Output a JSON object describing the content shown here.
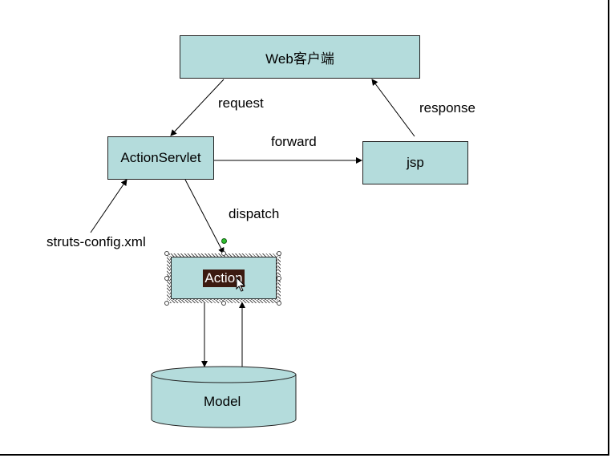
{
  "nodes": {
    "web_client": "Web客户端",
    "action_servlet": "ActionServlet",
    "jsp": "jsp",
    "action": "Action",
    "model": "Model"
  },
  "edge_labels": {
    "request": "request",
    "response": "response",
    "forward": "forward",
    "dispatch": "dispatch",
    "struts_config": "struts-config.xml"
  },
  "colors": {
    "box_fill": "#b4dcdc",
    "selected_text_bg": "#3b1a10",
    "rotation_handle": "#2fbf2f"
  }
}
